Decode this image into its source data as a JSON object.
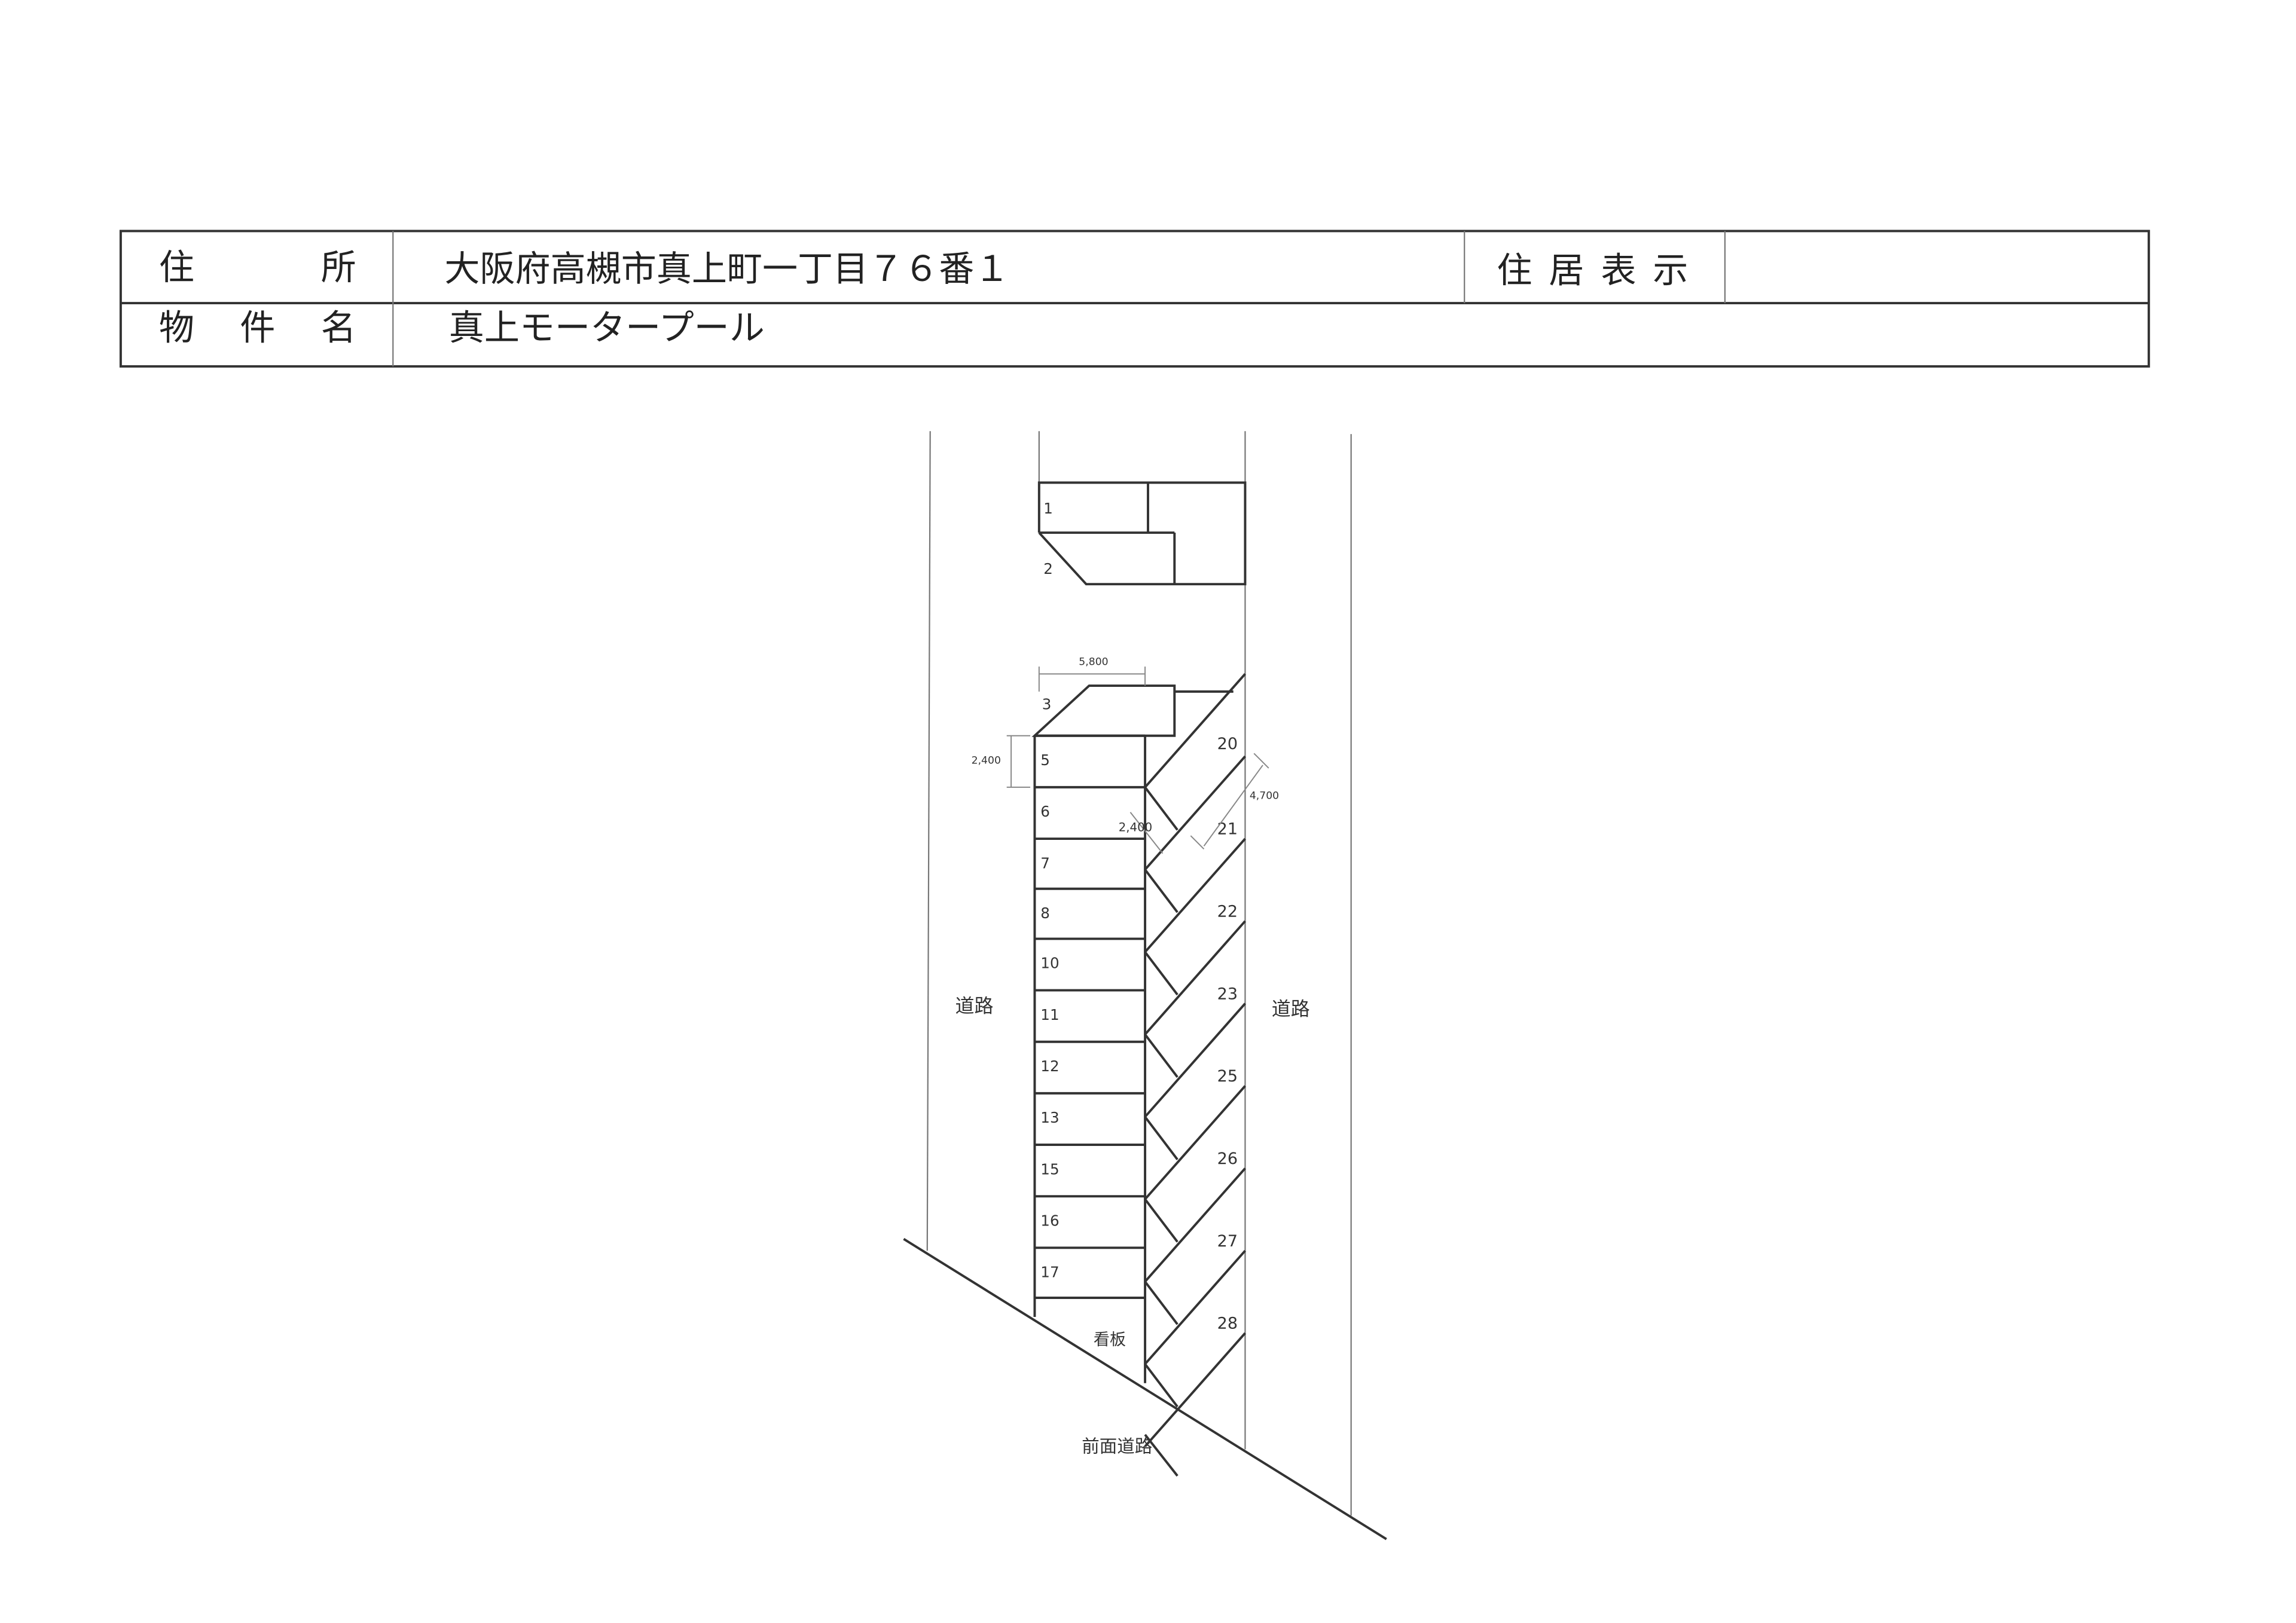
{
  "header_table": {
    "address_label": "住　　所",
    "address_value": "大阪府高槻市真上町一丁目７６番１",
    "residence_label": "住居表示",
    "residence_value": "",
    "property_label": "物　件　名",
    "property_value": "真上モータープール"
  },
  "site_plan": {
    "spots_top": [
      "1",
      "2"
    ],
    "spot_3": "3",
    "spots_left": [
      "5",
      "6",
      "7",
      "8",
      "10",
      "11",
      "12",
      "13",
      "15",
      "16",
      "17"
    ],
    "spots_right": [
      "20",
      "21",
      "22",
      "23",
      "25",
      "26",
      "27",
      "28"
    ],
    "dimensions": {
      "top_width": "5,800",
      "left_depth": "2,400",
      "diag_width": "2,400",
      "diag_length": "4,700"
    },
    "road_left": "道路",
    "road_right": "道路",
    "signboard": "看板",
    "front_road": "前面道路"
  }
}
